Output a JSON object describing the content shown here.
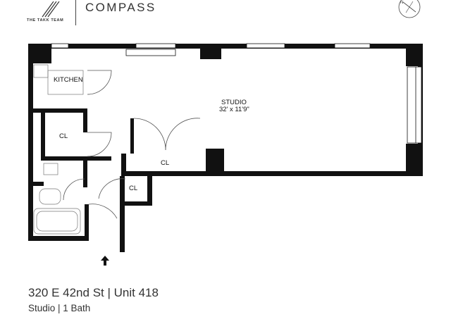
{
  "brand": {
    "team_name": "THE TAKK TEAM",
    "company": "COMPASS"
  },
  "icons": {
    "north": "north-arrow-icon",
    "entrance": "entrance-arrow-icon",
    "team_logo": "takk-team-logo-icon"
  },
  "rooms": {
    "kitchen": "KITCHEN",
    "closet_upper": "CL",
    "closet_middle": "CL",
    "closet_hall": "CL",
    "studio_name": "STUDIO",
    "studio_dims": "32' x 11'9\""
  },
  "listing": {
    "address": "320 E 42nd St | Unit 418",
    "details": "Studio | 1 Bath"
  },
  "colors": {
    "wall": "#111111",
    "text": "#333333"
  }
}
